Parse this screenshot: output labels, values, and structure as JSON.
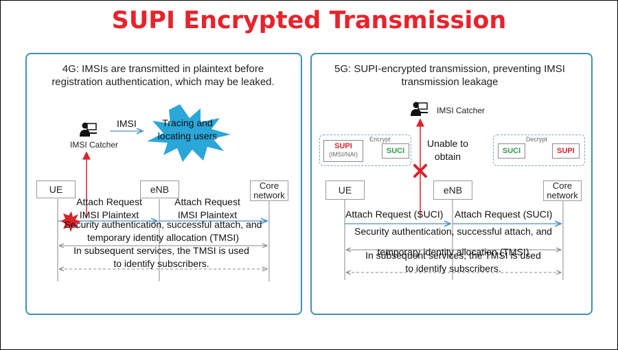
{
  "title": "SUPI Encrypted Transmission",
  "left": {
    "heading": "4G: IMSIs are transmitted in plaintext before registration authentication, which may be leaked.",
    "catcher_label": "IMSI Catcher",
    "imsi_label": "IMSI",
    "burst_text": "Tracing and locating users",
    "ue": "UE",
    "enb": "eNB",
    "core": "Core network",
    "msg1a": "Attach Request IMSI Plaintext",
    "msg1b": "Attach Request IMSI Plaintext",
    "msg2": "Security authentication, successful attach, and temporary identity allocation (TMSI)",
    "msg3": "In subsequent services, the TMSI is used to identify subscribers."
  },
  "right": {
    "heading": "5G: SUPI-encrypted transmission, preventing IMSI transmission leakage",
    "catcher_label": "IMSI Catcher",
    "unable": "Unable to obtain",
    "encrypt_label": "Encrypt",
    "supi": "SUPI",
    "supi_sub": "(IMSI/NAI)",
    "suci": "SUCI",
    "decrypt_label": "Decrypt",
    "suci2": "SUCI",
    "supi2": "SUPI",
    "ue": "UE",
    "enb": "eNB",
    "core": "Core network",
    "msg1a": "Attach Request (SUCI)",
    "msg1b": "Attach Request (SUCI)",
    "msg2": "Security authentication, successful attach, and temporary identity allocation (TMSI)",
    "msg3": "In subsequent services, the TMSI is used to identify subscribers."
  },
  "colors": {
    "title": "#e8232b",
    "panel_border": "#3f8fb0",
    "arrow_red": "#d9232b",
    "arrow_blue": "#4a90c8",
    "burst": "#2aa6d8",
    "suci_green": "#2e9a4a",
    "supi_red": "#d9232b"
  },
  "icons": [
    "user-computer-icon",
    "starburst-shape",
    "red-cross-icon"
  ]
}
